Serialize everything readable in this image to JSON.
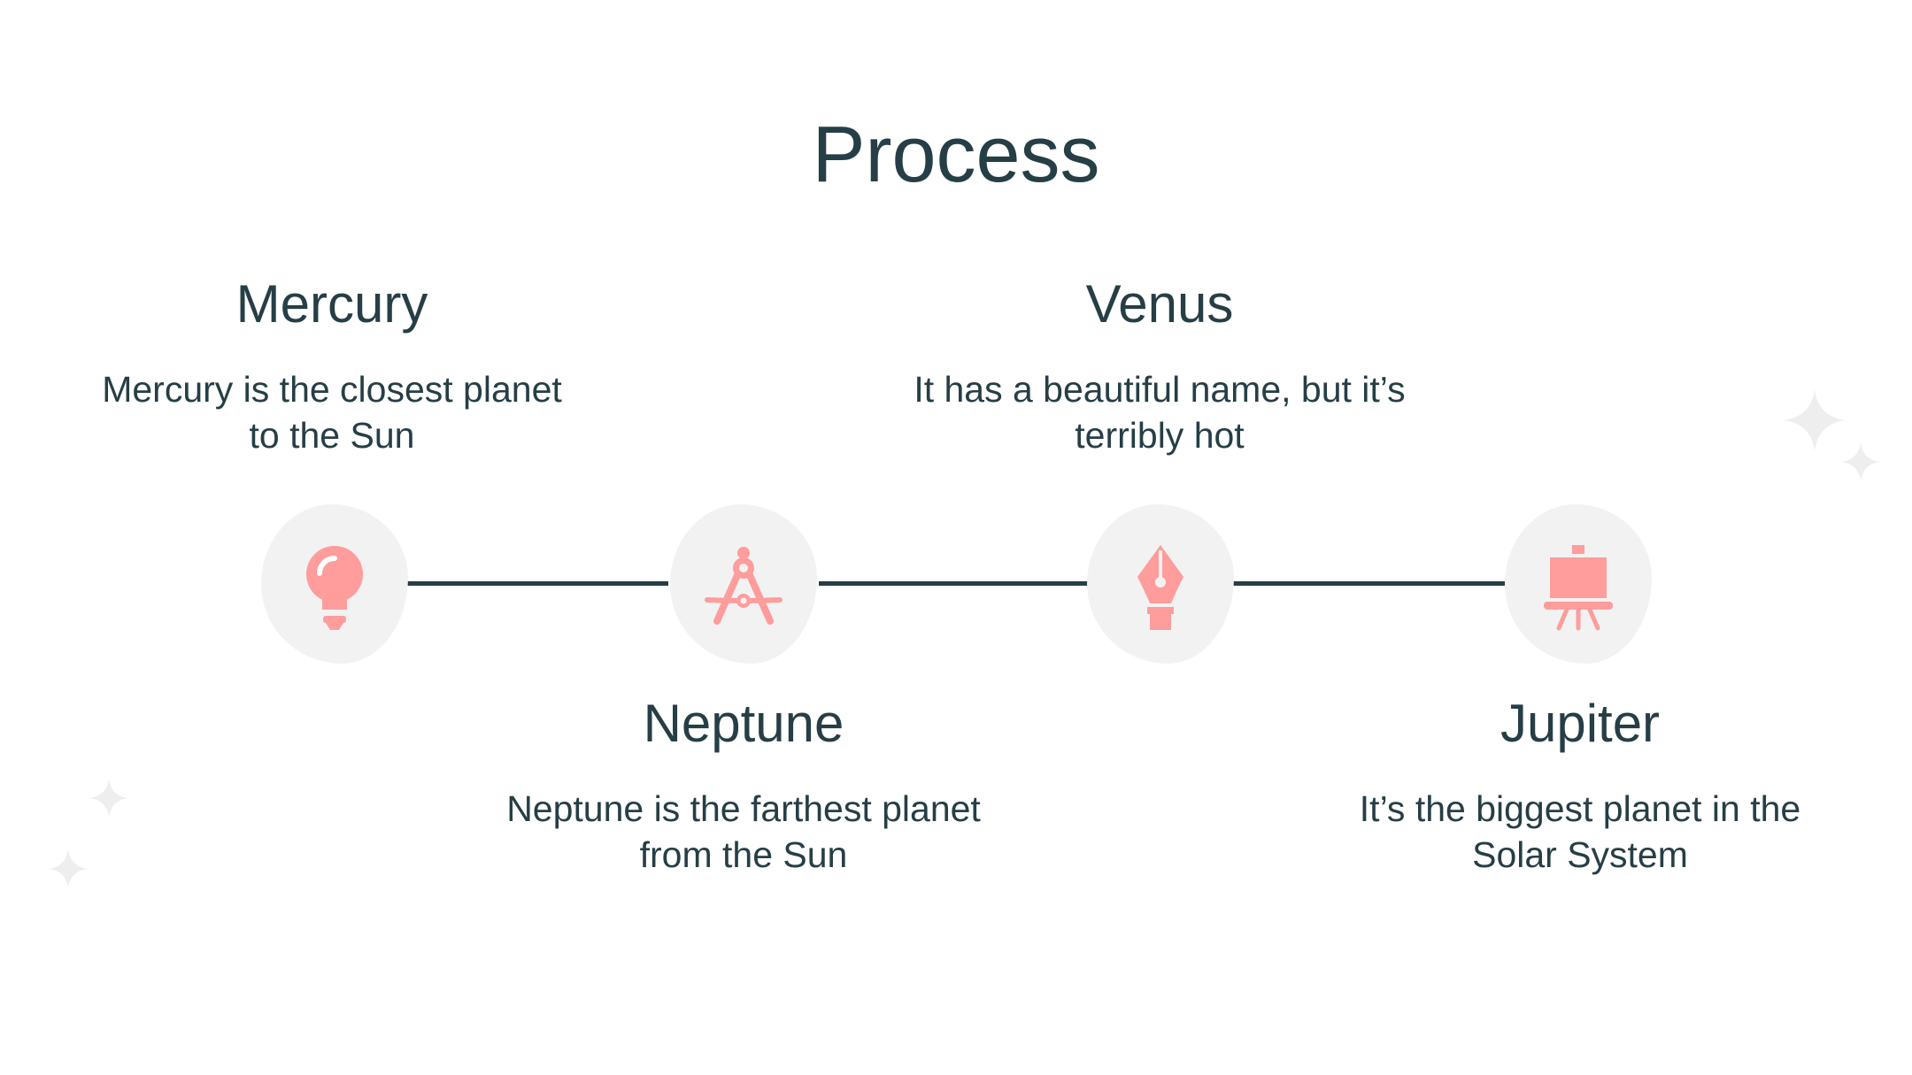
{
  "title": "Process",
  "steps": [
    {
      "title": "Mercury",
      "description": "Mercury is the closest planet to the Sun",
      "icon": "lightbulb-icon"
    },
    {
      "title": "Neptune",
      "description": "Neptune is the farthest planet from the Sun",
      "icon": "drafting-compass-icon"
    },
    {
      "title": "Venus",
      "description": "It has a beautiful name, but it’s terribly hot",
      "icon": "pen-nib-icon"
    },
    {
      "title": "Jupiter",
      "description": "It’s the biggest planet in the Solar System",
      "icon": "easel-icon"
    }
  ],
  "colors": {
    "text": "#263e45",
    "accent": "#ff9c9c",
    "bubble": "#f2f2f2",
    "sparkle": "#eeeeee"
  }
}
